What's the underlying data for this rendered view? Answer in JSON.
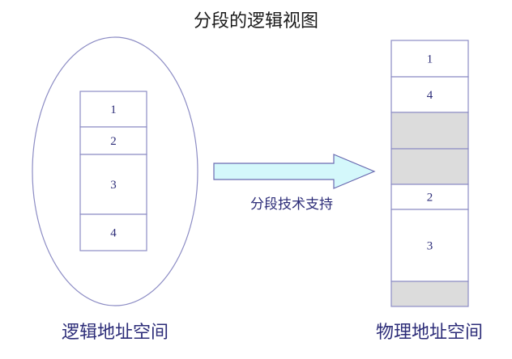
{
  "title": "分段的逻辑视图",
  "logical": {
    "caption": "逻辑地址空间",
    "segments": [
      {
        "label": "1",
        "size": 44
      },
      {
        "label": "2",
        "size": 34
      },
      {
        "label": "3",
        "size": 74
      },
      {
        "label": "4",
        "size": 45
      }
    ]
  },
  "arrow_label": "分段技术支持",
  "physical": {
    "caption": "物理地址空间",
    "blocks": [
      {
        "label": "1",
        "size": 45,
        "free": false
      },
      {
        "label": "4",
        "size": 44,
        "free": false
      },
      {
        "label": "",
        "size": 45,
        "free": true
      },
      {
        "label": "",
        "size": 44,
        "free": true
      },
      {
        "label": "2",
        "size": 31,
        "free": false
      },
      {
        "label": "3",
        "size": 89,
        "free": false
      },
      {
        "label": "",
        "size": 31,
        "free": true
      }
    ]
  },
  "colors": {
    "line": "#8c8cc4",
    "text": "#2c2c78",
    "free": "#dcdcdc",
    "arrow": "#d4f8fb"
  }
}
